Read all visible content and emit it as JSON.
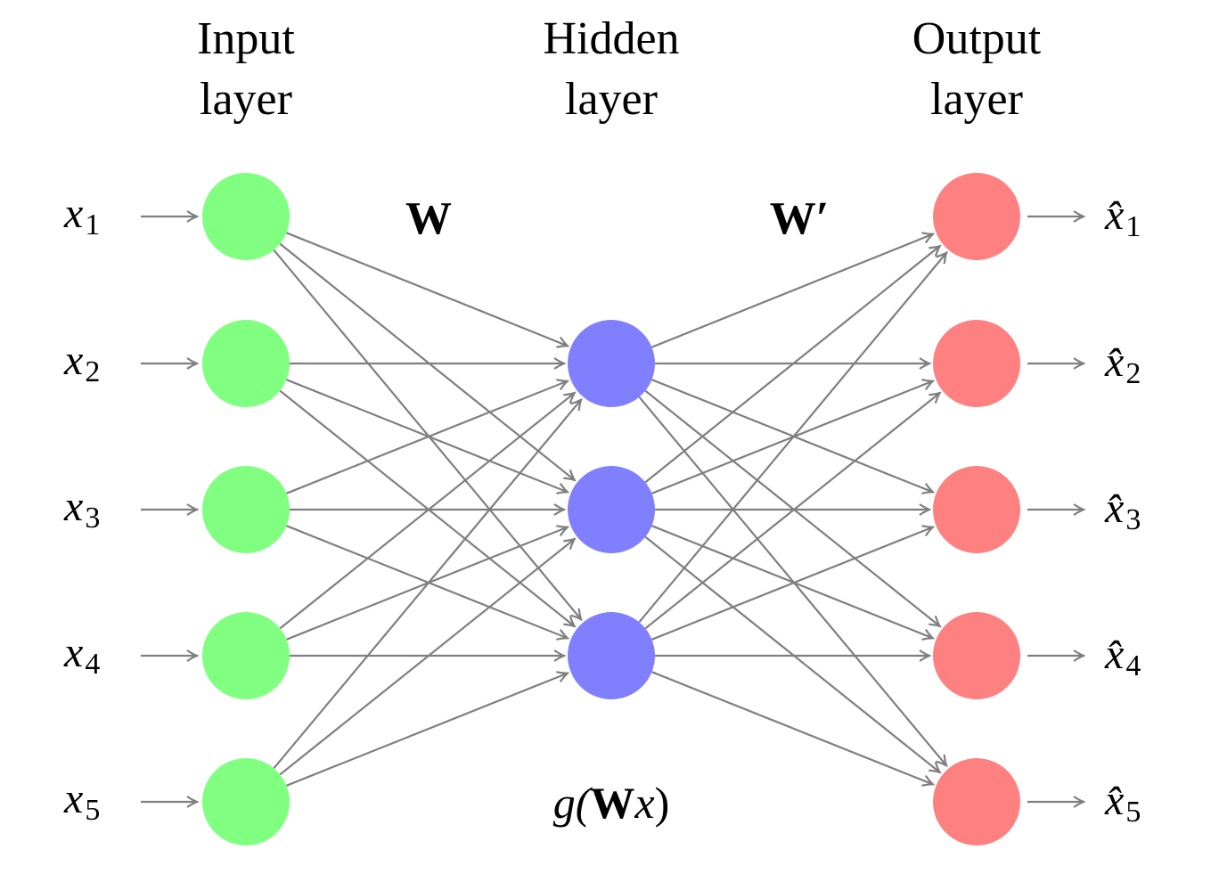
{
  "diagram": {
    "type": "autoencoder-network",
    "layers": [
      {
        "id": "input",
        "title_line1": "Input",
        "title_line2": "layer",
        "node_count": 5,
        "color": "#80ff80"
      },
      {
        "id": "hidden",
        "title_line1": "Hidden",
        "title_line2": "layer",
        "node_count": 3,
        "color": "#8080ff"
      },
      {
        "id": "output",
        "title_line1": "Output",
        "title_line2": "layer",
        "node_count": 5,
        "color": "#ff8080"
      }
    ],
    "inputs": [
      {
        "symbol": "x",
        "index": "1"
      },
      {
        "symbol": "x",
        "index": "2"
      },
      {
        "symbol": "x",
        "index": "3"
      },
      {
        "symbol": "x",
        "index": "4"
      },
      {
        "symbol": "x",
        "index": "5"
      }
    ],
    "outputs": [
      {
        "symbol": "x̂",
        "index": "1"
      },
      {
        "symbol": "x̂",
        "index": "2"
      },
      {
        "symbol": "x̂",
        "index": "3"
      },
      {
        "symbol": "x̂",
        "index": "4"
      },
      {
        "symbol": "x̂",
        "index": "5"
      }
    ],
    "weights": {
      "encoder": "W",
      "decoder": "W′"
    },
    "hidden_formula": {
      "fn": "g(",
      "bold": "W",
      "var": "x",
      "close": ")"
    },
    "connections": "fully-connected",
    "edge_color": "#7f7f7f"
  }
}
